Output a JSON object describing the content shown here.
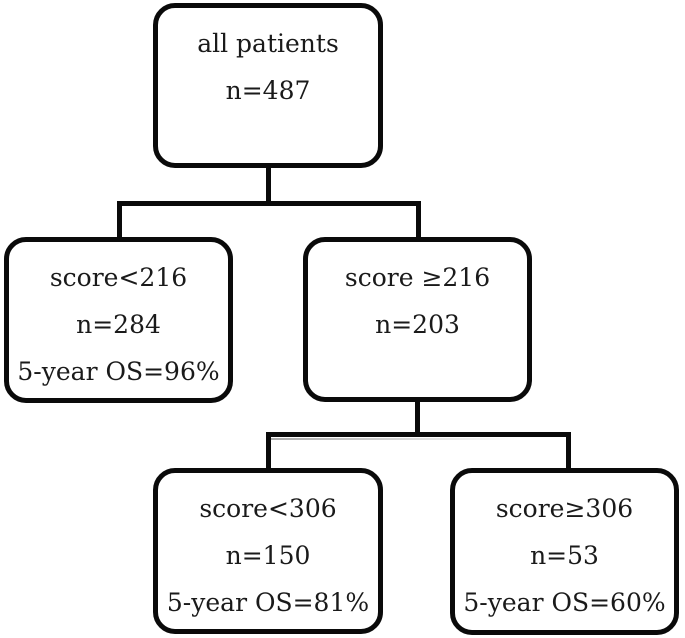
{
  "flowchart": {
    "background_color": "#ffffff",
    "line_color": "#0a0a0a",
    "text_color": "#1a1a1a",
    "nodes": [
      {
        "name": "all-patients",
        "lines": [
          "all patients",
          "n=487"
        ]
      },
      {
        "name": "score-lt-216",
        "lines": [
          "score<216",
          "n=284",
          "5-year OS=96%"
        ]
      },
      {
        "name": "score-ge-216",
        "lines": [
          "score ≥216",
          "n=203"
        ]
      },
      {
        "name": "score-lt-306",
        "lines": [
          "score<306",
          "n=150",
          "5-year OS=81%"
        ]
      },
      {
        "name": "score-ge-306",
        "lines": [
          "score≥306",
          "n=53",
          "5-year OS=60%"
        ]
      }
    ]
  }
}
